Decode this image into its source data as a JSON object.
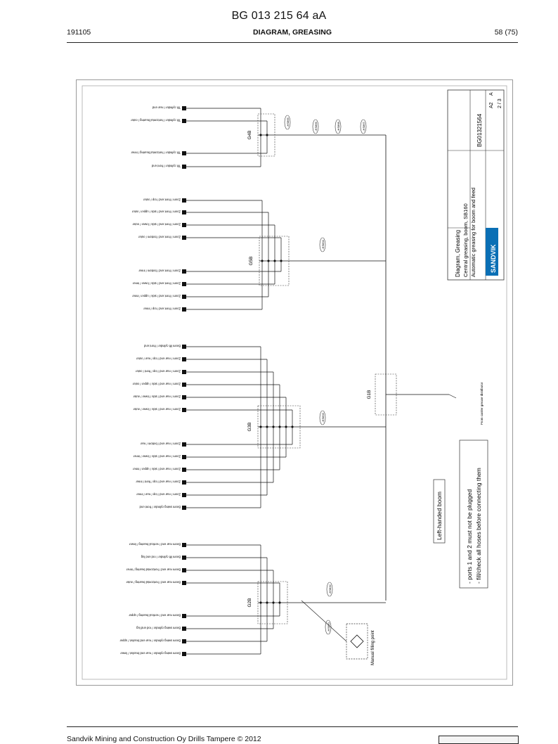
{
  "header": {
    "doc_number": "BG 013 215 64 aA",
    "date_code": "191105",
    "section_title": "DIAGRAM, GREASING",
    "page": "58 (75)"
  },
  "footer": {
    "company": "Sandvik Mining and Construction Oy Drills Tampere © 2012"
  },
  "drawing": {
    "distributors": [
      "G4B",
      "G5B",
      "G3B",
      "G2B",
      "G1B"
    ],
    "hoses": [
      "-HS865",
      "-HS866",
      "-HS868",
      "-HS867",
      "-HS834",
      "-HS833",
      "-HS832",
      "-HS950"
    ],
    "g4b_outlets": [
      "Tilt cylinder / rear end",
      "Tilt cylinder / horizontal bearing / outer",
      "Tilt cylinder / horizontal bearing / inner",
      "Tilt cylinder / front end"
    ],
    "g5b_outlets": [
      "Zoom / front end / top / outer",
      "Zoom / front end / side / upper / outer",
      "Zoom / front end / side / lower / outer",
      "Zoom / front end / bottom / outer",
      "Zoom / front end / bottom / inner",
      "Zoom / front end / side / lower / inner",
      "Zoom / front end / side / upper / inner",
      "Zoom / front end / top / inner"
    ],
    "g3b_outlets": [
      "Boom lift cylinder / front end",
      "Zoom / rear end / top / rear / outer",
      "Zoom / rear end / top / front / outer",
      "Zoom / rear end / side / upper / outer",
      "Zoom / rear end / side / lower / outer",
      "Zoom / rear end / side / lower / outer",
      "Zoom / rear end / bottom / rear",
      "Zoom / rear end / side / lower / inner",
      "Zoom / rear end / side / upper / inner",
      "Zoom / rear end / top / front / inner",
      "Zoom / rear end / top / rear / inner",
      "Boom swing cylinder / front end"
    ],
    "g2b_outlets": [
      "Boom rear end / vertical bearing / lower",
      "Boom lift cylinder / rod end lug",
      "Boom rear end / horizontal bearing / inner",
      "Boom rear end / horizontal bearing / outer",
      "Boom rear end / vertical bearing / upper",
      "Boom swing cylinder / rod end lug",
      "Boom swing cylinder / rear end bracket / upper",
      "Boom swing cylinder / rear end bracket / lower"
    ],
    "manual_filling_point": "Manual filling point",
    "from_distributor": "From carrier grease distributor",
    "boom_label": "Left-handed boom",
    "notes": [
      "- ports 1 and 2 must not be plugged",
      "- fill/check all hoses before connecting them"
    ],
    "title_block": {
      "line1": "Diagram, Greasing",
      "line2": "Central greasing, boom, SB160",
      "line3": "Automatic greasing for boom and feed",
      "doc_no": "BG01321564",
      "rev": "A",
      "sheet": "2 / 3",
      "size": "A2",
      "brand": "SANDVIK"
    }
  },
  "colors": {
    "brand": "#0a6fb5",
    "ink": "#111111"
  }
}
